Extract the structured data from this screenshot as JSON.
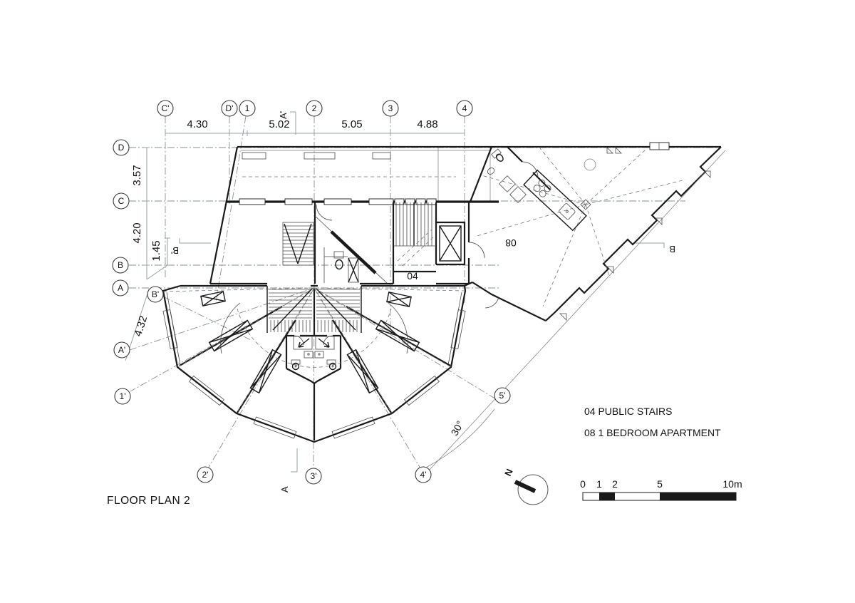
{
  "title": "FLOOR PLAN 2",
  "legend": {
    "items": [
      "04 PUBLIC STAIRS",
      "08 1 BEDROOM APARTMENT"
    ]
  },
  "grid": {
    "top": [
      "C'",
      "D'",
      "1",
      "2",
      "3",
      "4"
    ],
    "left": [
      "D",
      "C",
      "B",
      "A"
    ],
    "aux": [
      "B'",
      "A'",
      "1'"
    ],
    "bottom": [
      "2'",
      "3'",
      "4'",
      "5'"
    ]
  },
  "dimensions": {
    "top": [
      "4.30",
      "5.02",
      "5.05",
      "4.88"
    ],
    "left": [
      "3.57",
      "4.20",
      "1.45"
    ],
    "diagonal": "4.32"
  },
  "sections": {
    "top": "A'",
    "left": "B'",
    "right": "B",
    "bottom": "A"
  },
  "rooms": {
    "public_stairs": "04",
    "apartment": "08"
  },
  "annotations": {
    "angle": "30°",
    "north": "N"
  },
  "scale_bar": {
    "labels": [
      "0",
      "1",
      "2",
      "5",
      "10m"
    ]
  },
  "colors": {
    "ink": "#1a1a1a",
    "dim_line": "#9aa0a3",
    "grid_line": "#8a8f93",
    "background": "#ffffff"
  }
}
